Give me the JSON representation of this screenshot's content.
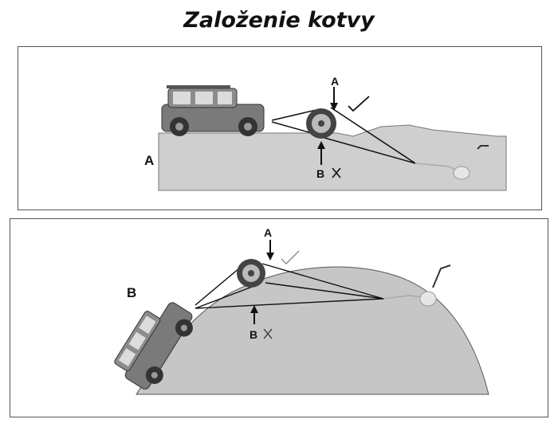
{
  "title": "Založenie kotvy",
  "panel_a": {
    "label": "A",
    "arrow_top_label": "A",
    "arrow_bottom_label": "B",
    "check_icon": "check-icon",
    "cross_icon": "cross-icon"
  },
  "panel_b": {
    "label": "B",
    "arrow_top_label": "A",
    "arrow_bottom_label": "B",
    "check_icon": "check-icon",
    "cross_icon": "cross-icon"
  },
  "colors": {
    "ground": "#c9c9c9",
    "ground_dark": "#9a9a9a",
    "line": "#111111"
  }
}
